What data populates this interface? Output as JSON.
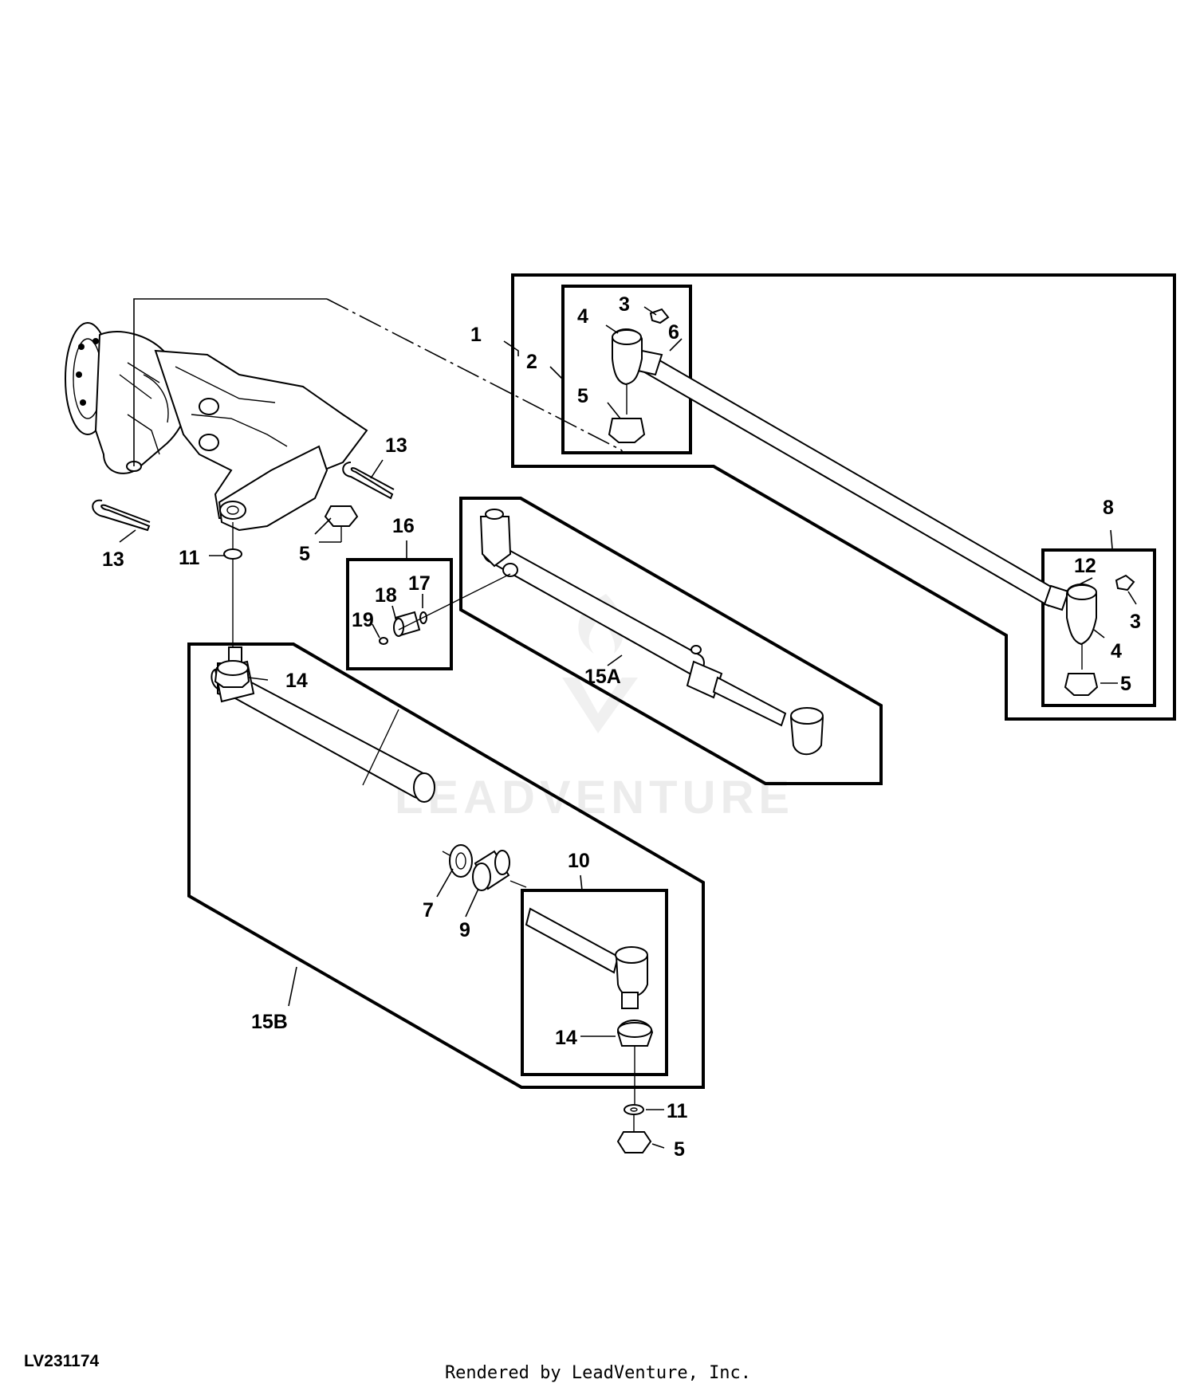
{
  "diagram": {
    "id": "LV231174",
    "credit": "Rendered by LeadVenture, Inc.",
    "watermark": "LEADVENTURE",
    "callouts": {
      "c1": "1",
      "c2": "2",
      "c3a": "3",
      "c4a": "4",
      "c5a": "5",
      "c6": "6",
      "c8": "8",
      "c12": "12",
      "c3b": "3",
      "c4b": "4",
      "c5b": "5",
      "c13a": "13",
      "c13b": "13",
      "c11a": "11",
      "c5c": "5",
      "c16": "16",
      "c18": "18",
      "c17": "17",
      "c19": "19",
      "c15a": "15A",
      "c14a": "14",
      "c7": "7",
      "c9": "9",
      "c10": "10",
      "c14b": "14",
      "c15b": "15B",
      "c11b": "11",
      "c5d": "5"
    }
  }
}
